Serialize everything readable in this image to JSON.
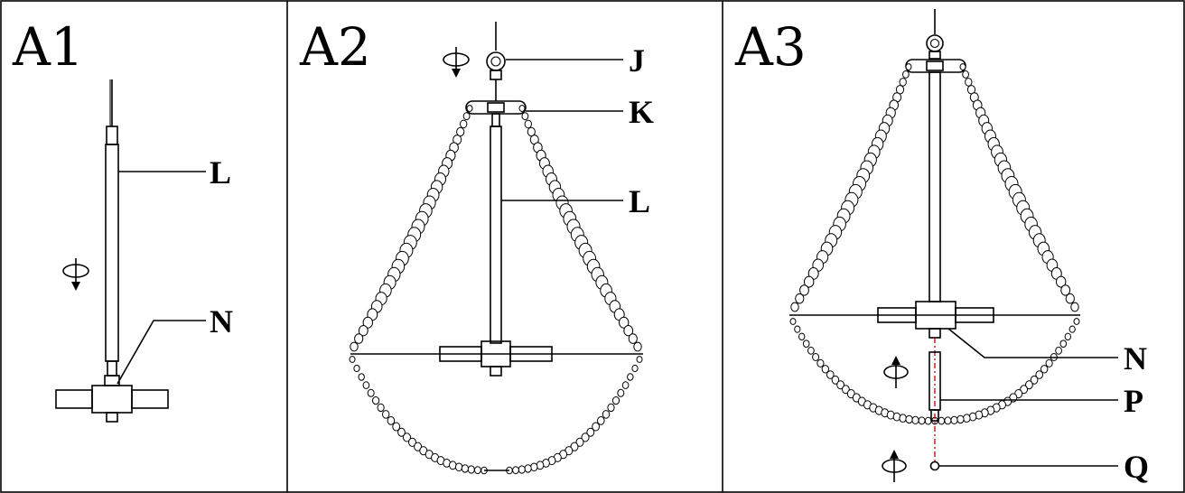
{
  "panels": [
    {
      "title": "A1",
      "callouts": [
        "L",
        "N"
      ]
    },
    {
      "title": "A2",
      "callouts": [
        "J",
        "K",
        "L"
      ]
    },
    {
      "title": "A3",
      "callouts": [
        "N",
        "P",
        "Q"
      ]
    }
  ],
  "colors": {
    "line": "#000000",
    "axis_dash": "#c00000",
    "background": "#ffffff"
  },
  "icons": [
    "rotate-arrow-icon"
  ]
}
